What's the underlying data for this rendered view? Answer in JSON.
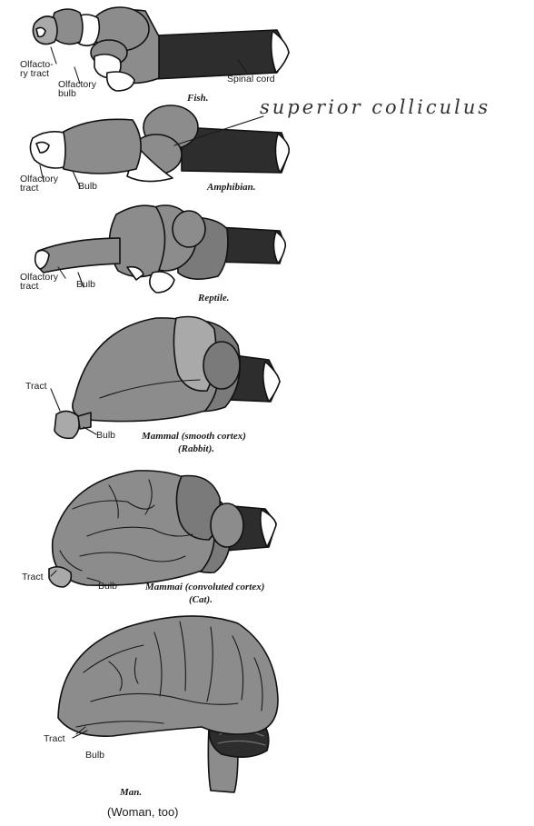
{
  "fish": {
    "olfactory_tract_label": "Olfacto-\nry tract",
    "olfactory_bulb_label": "Olfactory\nbulb",
    "spinal_cord_label": "Spinal cord",
    "caption": "Fish."
  },
  "annotation": {
    "handwritten": "superior colliculus"
  },
  "amphibian": {
    "olfactory_tract_label": "Olfactory\ntract",
    "bulb_label": "Bulb",
    "caption": "Amphibian."
  },
  "reptile": {
    "olfactory_tract_label": "Olfactory\ntract",
    "bulb_label": "Bulb",
    "caption": "Reptile."
  },
  "rabbit": {
    "tract_label": "Tract",
    "bulb_label": "Bulb",
    "caption_line1": "Mammal (smooth cortex)",
    "caption_line2": "(Rabbit)."
  },
  "cat": {
    "tract_label": "Tract",
    "bulb_label": "Bulb",
    "caption_line1": "Mammai (convoluted cortex)",
    "caption_line2": "(Cat)."
  },
  "man": {
    "tract_label": "Tract",
    "bulb_label": "Bulb",
    "caption": "Man."
  },
  "footer": {
    "note": "(Woman, too)"
  }
}
